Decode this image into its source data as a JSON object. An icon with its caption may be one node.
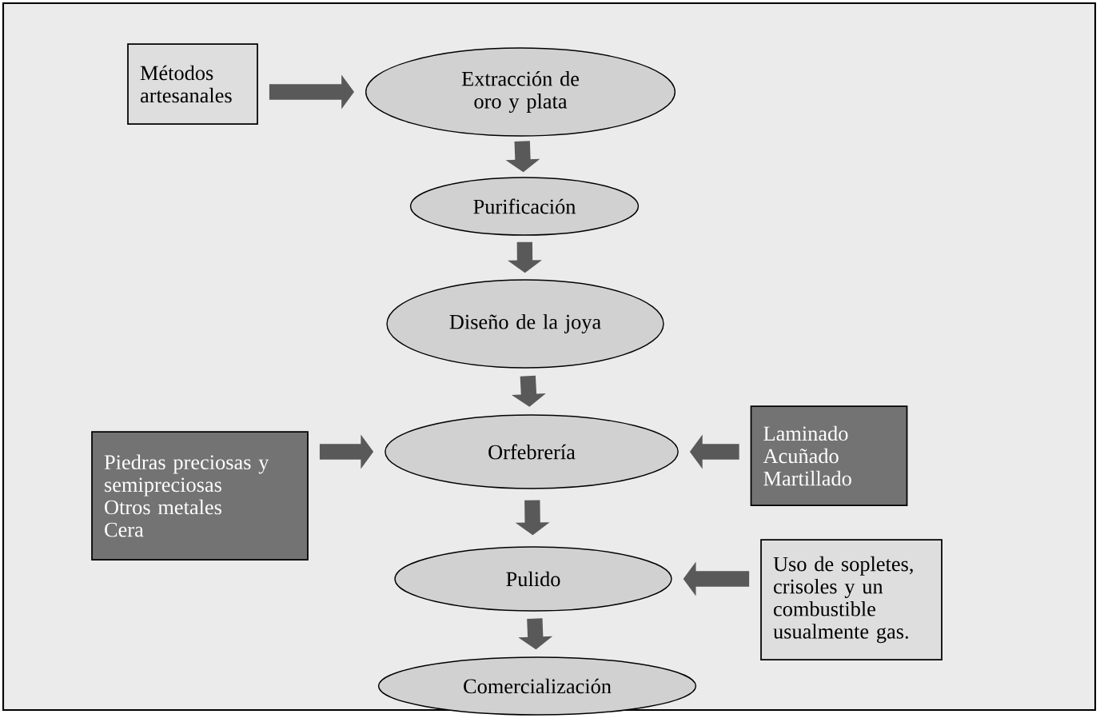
{
  "diagram": {
    "nodes": [
      {
        "text": [
          "Métodos artesanales"
        ]
      },
      {
        "text": [
          "Extracción de oro y plata"
        ]
      },
      {
        "text": [
          "Purificación"
        ]
      },
      {
        "text": [
          "Diseño de la joya"
        ]
      },
      {
        "text": [
          "Piedras preciosas y semipreciosas",
          "Otros metales",
          "Cera"
        ]
      },
      {
        "text": [
          "Orfebrería"
        ]
      },
      {
        "text": [
          "Laminado",
          "Acuñado",
          "Martillado"
        ]
      },
      {
        "text": [
          "Pulido"
        ]
      },
      {
        "text": [
          "Uso de sopletes, crisoles y un combustible usualmente gas."
        ]
      },
      {
        "text": [
          "Comercialización"
        ]
      }
    ],
    "edges": [
      {
        "from": 0,
        "to": 1,
        "arrow": "to"
      },
      {
        "from": 1,
        "to": 2,
        "arrow": "to"
      },
      {
        "from": 2,
        "to": 3,
        "arrow": "to"
      },
      {
        "from": 3,
        "to": 5,
        "arrow": "to"
      },
      {
        "from": 4,
        "to": 5,
        "arrow": "to"
      },
      {
        "from": 6,
        "to": 5,
        "arrow": "to"
      },
      {
        "from": 5,
        "to": 7,
        "arrow": "to"
      },
      {
        "from": 8,
        "to": 7,
        "arrow": "to"
      },
      {
        "from": 7,
        "to": 9,
        "arrow": "to"
      }
    ]
  }
}
